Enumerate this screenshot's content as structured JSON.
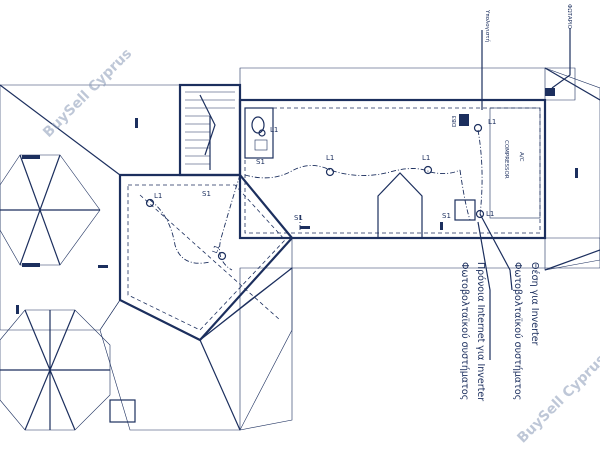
{
  "labels": {
    "lights": [
      "L1",
      "L1",
      "L1",
      "L1",
      "L1",
      "L1",
      "L1"
    ],
    "switches": [
      "S1",
      "S1",
      "S1",
      "S1"
    ],
    "db": "DB3",
    "compressor": "COMPRESSOR",
    "ac": "A/C"
  },
  "notes": {
    "ypologistis": "Υπολογιστή",
    "fotario": "ΦΩΤΑΡΙΟ",
    "thesi": "Θέση για Inverter",
    "fotovoltaikou_1": "Φωτοβολταϊκού συστήματος",
    "prosoxi": "Πρόνοια Internet για Inverter",
    "fotovoltaikou_2": "Φωτοβολταϊκού συστήματος"
  },
  "watermark": {
    "top_left": "BuySell Cyprus",
    "bottom_right": "BuySell Cyprus"
  },
  "colors": {
    "ink": "#1c2f5e",
    "roof_fill": "#e9edf5",
    "watermark": "#8a9ab8"
  }
}
